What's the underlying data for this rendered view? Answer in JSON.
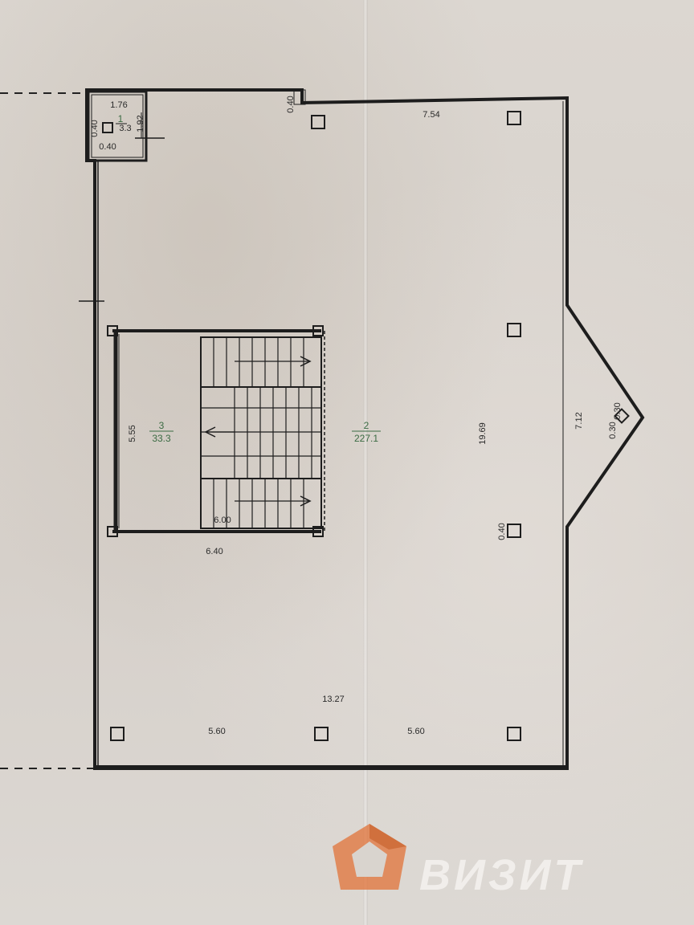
{
  "plan": {
    "rooms": [
      {
        "number": "1",
        "area": "3.3"
      },
      {
        "number": "2",
        "area": "227.1"
      },
      {
        "number": "3",
        "area": "33.3"
      }
    ],
    "dimensions": {
      "small_room_width": "1.76",
      "small_room_height": "1.92",
      "small_room_offset_left": "0.40",
      "small_room_offset_bottom": "0.40",
      "wall_notch": "0.40",
      "top_right_length": "7.54",
      "total_height": "19.69",
      "bay_length": "7.12",
      "bay_offset": "0.30",
      "bay_offset_2": "0.30",
      "column_size": "0.40",
      "stair_height": "5.55",
      "stair_inner_width": "6.00",
      "stair_outer_width": "6.40",
      "bottom_total": "13.27",
      "bottom_left": "5.60",
      "bottom_right": "5.60"
    }
  },
  "watermark": {
    "text": "ВИЗИТ",
    "color": "#e07b45"
  }
}
